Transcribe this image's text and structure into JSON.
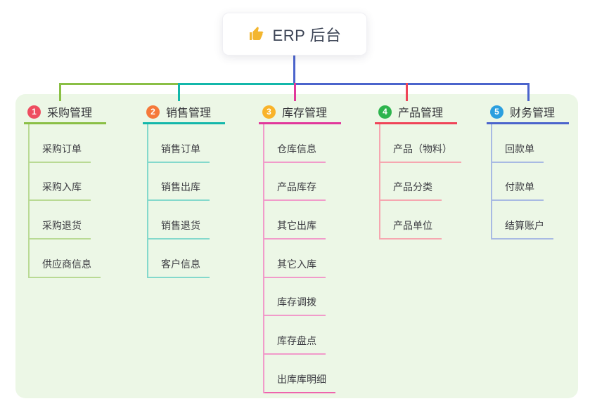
{
  "root": {
    "title": "ERP 后台",
    "icon": "thumbs-up"
  },
  "branches": [
    {
      "badge": "1",
      "title": "采购管理",
      "badge_color": "#ee4d60",
      "line_color": "#8abf45",
      "light_color": "#b9da94",
      "children": [
        {
          "label": "采购订单"
        },
        {
          "label": "采购入库"
        },
        {
          "label": "采购退货"
        },
        {
          "label": "供应商信息"
        }
      ]
    },
    {
      "badge": "2",
      "title": "销售管理",
      "badge_color": "#f5793a",
      "line_color": "#13b7aa",
      "light_color": "#84d9cc",
      "children": [
        {
          "label": "销售订单"
        },
        {
          "label": "销售出库"
        },
        {
          "label": "销售退货"
        },
        {
          "label": "客户信息"
        }
      ]
    },
    {
      "badge": "3",
      "title": "库存管理",
      "badge_color": "#f9b32a",
      "line_color": "#e1389b",
      "light_color": "#f19bca",
      "children": [
        {
          "label": "仓库信息"
        },
        {
          "label": "产品库存"
        },
        {
          "label": "其它出库"
        },
        {
          "label": "其它入库"
        },
        {
          "label": "库存调拨"
        },
        {
          "label": "库存盘点"
        },
        {
          "label": "出库库明细",
          "underline": "#ee64ad"
        }
      ]
    },
    {
      "badge": "4",
      "title": "产品管理",
      "badge_color": "#2db44d",
      "line_color": "#ef4458",
      "light_color": "#f6a7b0",
      "children": [
        {
          "label": "产品（物料）"
        },
        {
          "label": "产品分类"
        },
        {
          "label": "产品单位"
        }
      ]
    },
    {
      "badge": "5",
      "title": "财务管理",
      "badge_color": "#2b9fdf",
      "line_color": "#4b64cc",
      "light_color": "#a8bae3",
      "children": [
        {
          "label": "回款单"
        },
        {
          "label": "付款单"
        },
        {
          "label": "结算账户"
        }
      ]
    }
  ],
  "colors": {
    "canvas_bg": "#ffffff",
    "panel_bg": "#ecf7e6",
    "card_bg": "#ffffff",
    "root_line": "#4b64cc",
    "trunk_green": "#8abf45",
    "trunk_teal": "#13b7aa",
    "trunk_blue": "#4b64cc",
    "thumb_icon": "#f3b62f",
    "text_root": "#3d4556",
    "text_title": "#333338",
    "text_child": "#3c3c42"
  }
}
